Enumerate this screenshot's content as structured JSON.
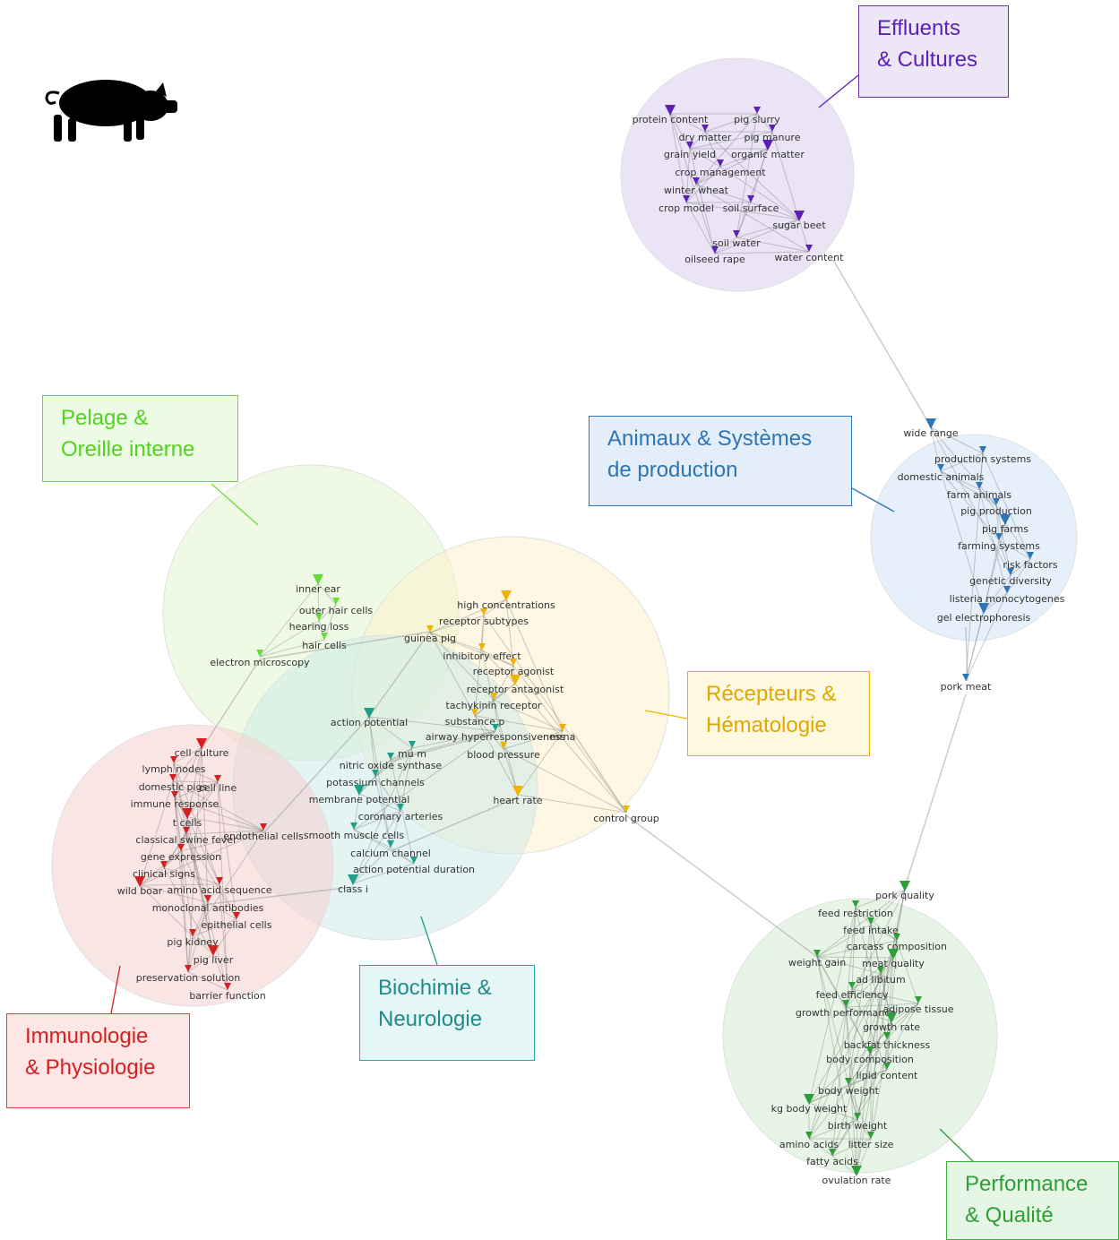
{
  "clusters": [
    {
      "id": "effluents",
      "label": "Effluents\n& Cultures",
      "color": "#5b21b6",
      "fill": "#d9cdef",
      "terms": [
        "protein content",
        "pig slurry",
        "dry matter",
        "pig manure",
        "grain yield",
        "organic matter",
        "crop management",
        "winter wheat",
        "crop model",
        "soil surface",
        "sugar beet",
        "soil water",
        "oilseed rape",
        "water content"
      ]
    },
    {
      "id": "animaux",
      "label": "Animaux & Systèmes\nde production",
      "color": "#2e75b6",
      "fill": "#d0e4f8",
      "terms": [
        "wide range",
        "production systems",
        "domestic animals",
        "farm animals",
        "pig production",
        "pig farms",
        "farming systems",
        "risk factors",
        "genetic diversity",
        "listeria monocytogenes",
        "gel electrophoresis",
        "pork meat"
      ]
    },
    {
      "id": "pelage",
      "label": "Pelage &\nOreille interne",
      "color": "#66dd33",
      "fill": "#e2f5cf",
      "terms": [
        "inner ear",
        "outer hair cells",
        "hearing loss",
        "hair cells",
        "electron microscopy"
      ]
    },
    {
      "id": "recepteurs",
      "label": "Récepteurs &\nHématologie",
      "color": "#f0b400",
      "fill": "#fdf1cc",
      "terms": [
        "high concentrations",
        "receptor subtypes",
        "guinea pig",
        "inhibitory effect",
        "receptor agonist",
        "receptor antagonist",
        "tachykinin receptor",
        "substance p",
        "mrna",
        "blood pressure",
        "heart rate",
        "control group"
      ]
    },
    {
      "id": "biochimie",
      "label": "Biochimie &\nNeurologie",
      "color": "#1f9e8a",
      "fill": "#cdebea",
      "terms": [
        "action potential",
        "airway hyperresponsiveness",
        "mu m",
        "nitric oxide synthase",
        "potassium channels",
        "membrane potential",
        "coronary arteries",
        "smooth muscle cells",
        "calcium channel",
        "action potential duration",
        "class i"
      ]
    },
    {
      "id": "immuno",
      "label": "Immunologie\n& Physiologie",
      "color": "#d42020",
      "fill": "#f6cfd0",
      "terms": [
        "cell culture",
        "lymph nodes",
        "domestic pigs",
        "cell line",
        "immune response",
        "t cells",
        "endothelial cells",
        "classical swine fever",
        "gene expression",
        "clinical signs",
        "wild boar",
        "amino acid sequence",
        "monoclonal antibodies",
        "epithelial cells",
        "pig kidney",
        "pig liver",
        "preservation solution",
        "barrier function"
      ]
    },
    {
      "id": "performance",
      "label": "Performance\n& Qualité",
      "color": "#2f9e38",
      "fill": "#d3ecd2",
      "terms": [
        "pork quality",
        "feed restriction",
        "feed intake",
        "carcass composition",
        "weight gain",
        "meat quality",
        "ad libitum",
        "feed efficiency",
        "growth performance",
        "adipose tissue",
        "growth rate",
        "backfat thickness",
        "body composition",
        "lipid content",
        "body weight",
        "kg body weight",
        "birth weight",
        "amino acids",
        "litter size",
        "fatty acids",
        "ovulation rate"
      ]
    }
  ],
  "logo": {
    "icon": "pig-silhouette-icon",
    "color": "#000000"
  }
}
